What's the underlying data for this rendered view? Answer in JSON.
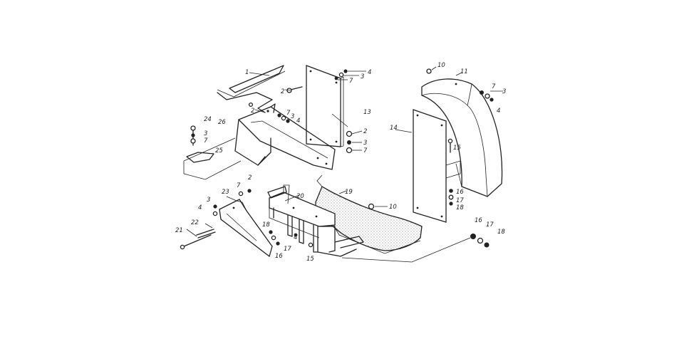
{
  "labels": {
    "l1": "1",
    "l2a": "2",
    "l2b": "2",
    "l2c": "2",
    "l2d": "2",
    "l3a": "3",
    "l3b": "3",
    "l3c": "3",
    "l3d": "3",
    "l3e": "3",
    "l3f": "3",
    "l4a": "4",
    "l4b": "4",
    "l4c": "4",
    "l4d": "4",
    "l4e": "4",
    "l7a": "7",
    "l7b": "7",
    "l7c": "7",
    "l7d": "7",
    "l7e": "7",
    "l7f": "7",
    "l10a": "10",
    "l10b": "10",
    "l11": "11",
    "l13": "13",
    "l14": "14",
    "l15a": "15",
    "l15b": "15",
    "l16a": "16",
    "l16b": "16",
    "l16c": "16",
    "l17a": "17",
    "l17b": "17",
    "l17c": "17",
    "l18a": "18",
    "l18b": "18",
    "l18c": "18",
    "l19": "19",
    "l20": "20",
    "l21": "21",
    "l22": "22",
    "l23": "23",
    "l24": "24",
    "l25": "25",
    "l26": "26"
  }
}
